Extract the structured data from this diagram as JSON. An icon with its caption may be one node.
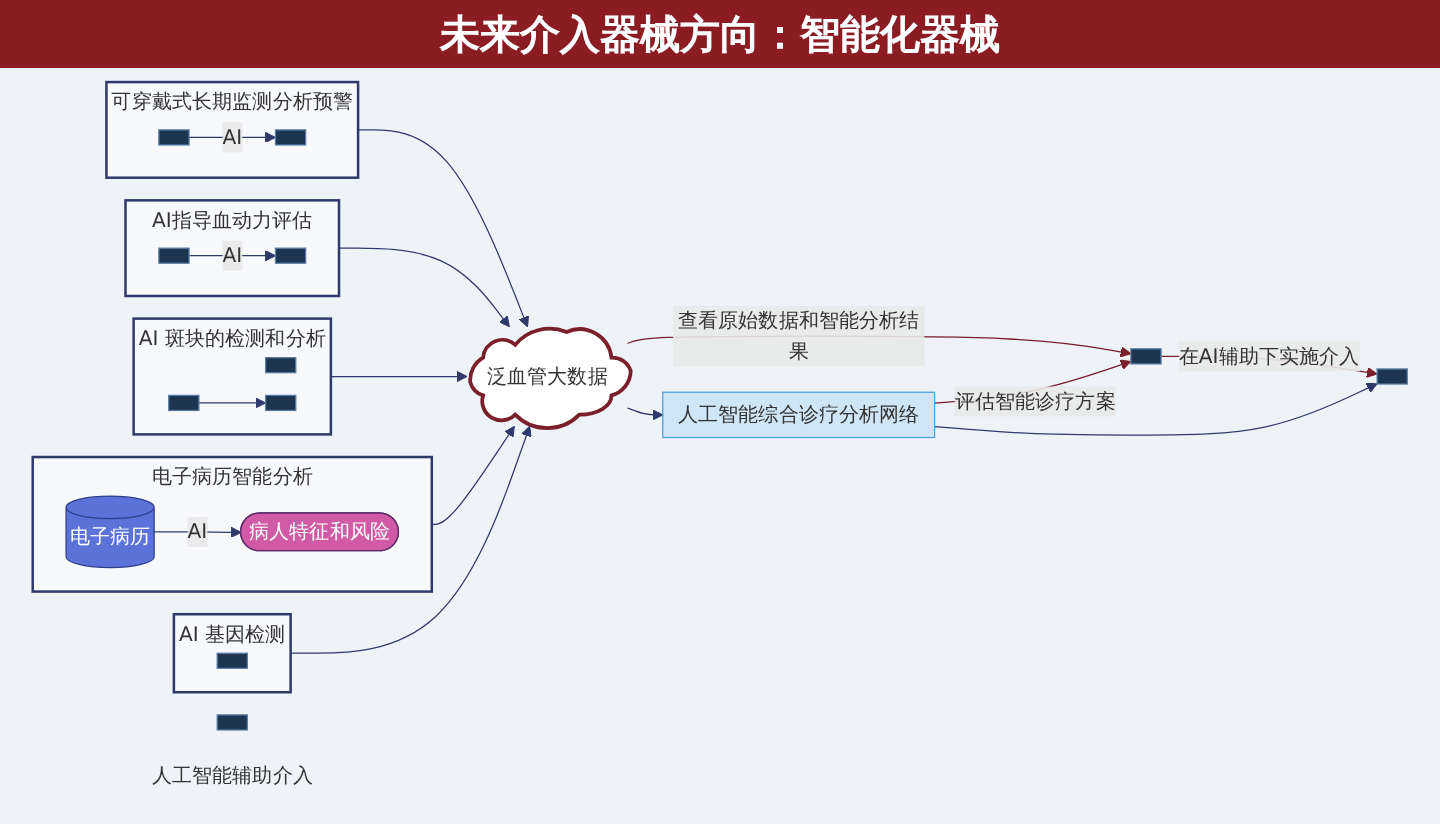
{
  "diagram": {
    "title": "未来介入器械方向：智能化器械",
    "nodes": [
      {
        "text": [
          "可穿戴式长期监测分析预警"
        ]
      },
      {
        "text": [],
        "shape": "box",
        "in": 0
      },
      {
        "text": [],
        "shape": "box",
        "in": 0
      },
      {
        "text": [
          "AI指导血动力评估"
        ]
      },
      {
        "text": [],
        "shape": "box",
        "in": 3
      },
      {
        "text": [],
        "shape": "box",
        "in": 3
      },
      {
        "text": [
          "AI 斑块的检测和分析"
        ]
      },
      {
        "text": [],
        "shape": "box",
        "in": 6
      },
      {
        "text": [],
        "shape": "box",
        "in": 6
      },
      {
        "text": [],
        "shape": "box",
        "in": 6
      },
      {
        "text": [
          "电子病历智能分析"
        ]
      },
      {
        "text": [
          "电子病历"
        ],
        "in": 10
      },
      {
        "text": [
          "病人特征和风险"
        ],
        "in": 10
      },
      {
        "text": [
          "AI 基因检测"
        ]
      },
      {
        "text": [],
        "shape": "box",
        "in": 13
      },
      {
        "text": [
          "泛血管大数据"
        ]
      },
      {
        "text": [],
        "shape": "box"
      },
      {
        "text": [
          "人工智能综合诊疗分析网络"
        ]
      },
      {
        "text": [],
        "shape": "box"
      },
      {
        "text": [],
        "shape": "box"
      },
      {
        "text": [
          "人工智能辅助介入"
        ]
      }
    ],
    "edges": [
      {
        "from": 1,
        "to": 2,
        "arrow": "to",
        "label": "AI"
      },
      {
        "from": 4,
        "to": 5,
        "arrow": "to",
        "label": "AI"
      },
      {
        "from": 8,
        "to": 9,
        "arrow": "to"
      },
      {
        "from": 11,
        "to": 12,
        "arrow": "to",
        "label": "AI"
      },
      {
        "from": 0,
        "to": 15,
        "arrow": "to"
      },
      {
        "from": 3,
        "to": 15,
        "arrow": "to"
      },
      {
        "from": 6,
        "to": 15,
        "arrow": "to"
      },
      {
        "from": 10,
        "to": 15,
        "arrow": "to"
      },
      {
        "from": 13,
        "to": 15,
        "arrow": "to"
      },
      {
        "from": 15,
        "to": 16,
        "arrow": "to",
        "label": "查看原始数据和智能分析结果",
        "color": "#7a1f2b"
      },
      {
        "from": 17,
        "to": 16,
        "arrow": "to",
        "label": "评估智能诊疗方案",
        "color": "#7a1f2b"
      },
      {
        "from": 15,
        "to": 17,
        "arrow": "to"
      },
      {
        "from": 17,
        "to": 18,
        "arrow": "to"
      },
      {
        "from": 16,
        "to": 18,
        "arrow": "to",
        "label": "在AI辅助下实施介入",
        "color": "#7a1f2b"
      }
    ]
  }
}
